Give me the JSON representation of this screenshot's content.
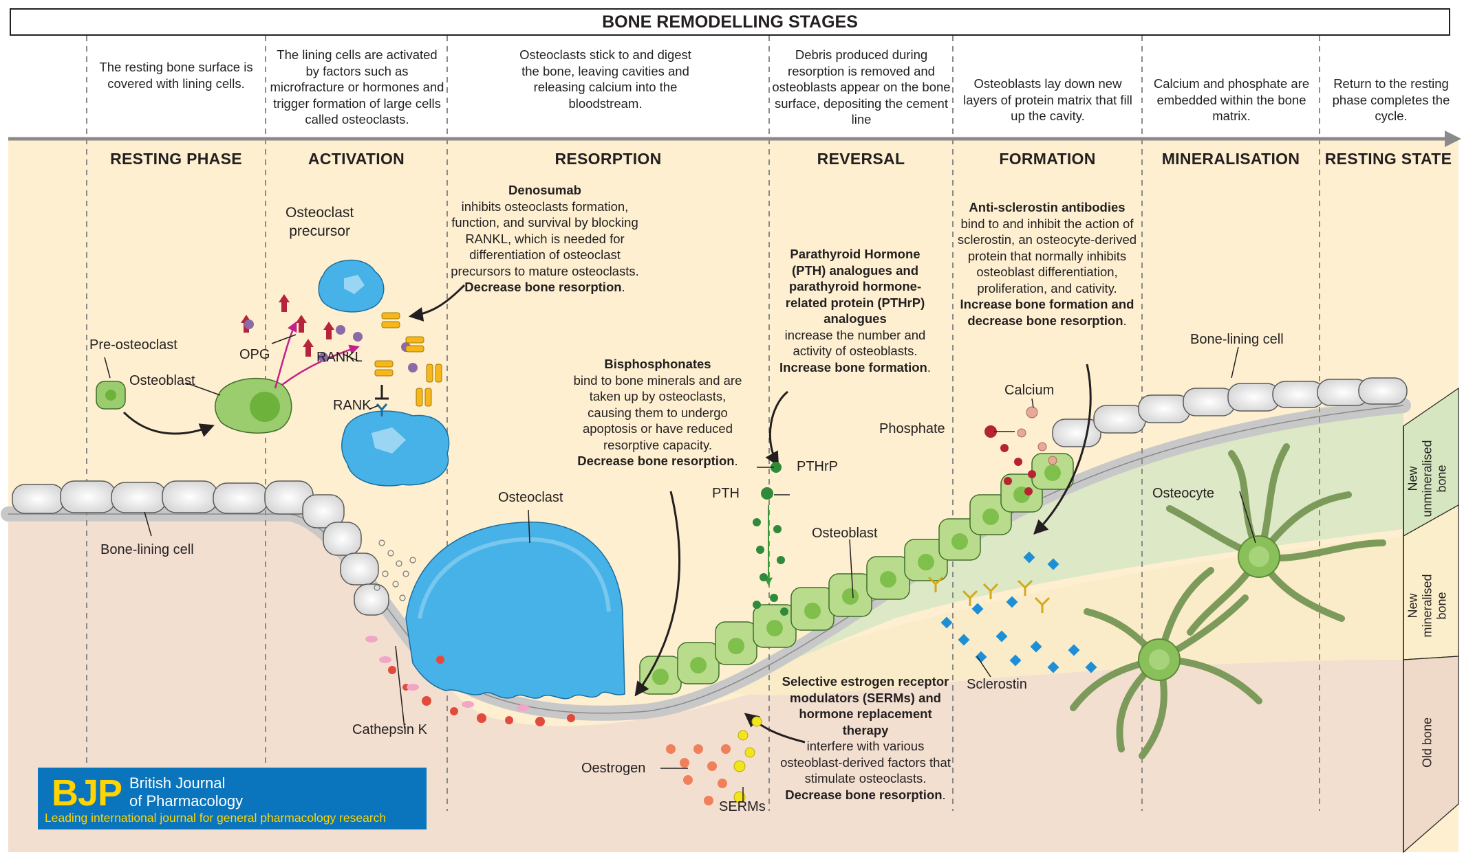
{
  "title": "BONE REMODELLING STAGES",
  "phases": [
    {
      "name": "RESTING PHASE",
      "description": "The resting bone surface is covered with lining cells."
    },
    {
      "name": "ACTIVATION",
      "description": "The lining cells are activated by factors such as microfracture or hormones and trigger formation of large cells called osteoclasts."
    },
    {
      "name": "RESORPTION",
      "description": "Osteoclasts stick to and digest the bone, leaving cavities and releasing calcium into the bloodstream."
    },
    {
      "name": "REVERSAL",
      "description": "Debris produced during resorption is removed and osteoblasts appear on the bone surface, depositing the cement line"
    },
    {
      "name": "FORMATION",
      "description": "Osteoblasts lay down new layers of protein matrix that fill up the cavity."
    },
    {
      "name": "MINERALISATION",
      "description": "Calcium and phosphate are embedded within the bone matrix."
    },
    {
      "name": "RESTING STATE",
      "description": "Return to the resting phase completes the cycle."
    }
  ],
  "labels": {
    "pre_osteoclast": "Pre-osteoclast",
    "osteoblast_left": "Osteoblast",
    "opg": "OPG",
    "rankl": "RANKL",
    "rank": "RANK",
    "osteoclast_precursor": "Osteoclast\nprecursor",
    "bone_lining_cell_left": "Bone-lining cell",
    "bone_lining_cell_right": "Bone-lining cell",
    "osteoclast": "Osteoclast",
    "cathepsin_k": "Cathepsin K",
    "pth": "PTH",
    "pthrp": "PTHrP",
    "osteoblast_right": "Osteoblast",
    "phosphate": "Phosphate",
    "calcium": "Calcium",
    "osteocyte": "Osteocyte",
    "sclerostin": "Sclerostin",
    "oestrogen": "Oestrogen",
    "serms": "SERMs",
    "new_unmineralised_bone": "New\nunmineralised\nbone",
    "new_mineralised_bone": "New\nmineralised\nbone",
    "old_bone": "Old bone"
  },
  "drug_notes": {
    "denosumab": {
      "title": "Denosumab",
      "body": "inhibits osteoclasts formation, function, and survival by blocking RANKL, which is needed for differentiation of osteoclast precursors to mature osteoclasts.",
      "effect": "Decrease bone resorption",
      "end": "."
    },
    "bisphosphonates": {
      "title": "Bisphosphonates",
      "body": "bind to bone minerals and are taken up by osteoclasts, causing them to undergo apoptosis or have reduced resorptive capacity.",
      "effect": "Decrease bone resorption",
      "end": "."
    },
    "pth_analogues": {
      "title": "Parathyroid Hormone (PTH) analogues and parathyroid hormone-related protein (PTHrP) analogues",
      "body": "increase the number and activity of osteoblasts.",
      "effect": "Increase bone formation",
      "end": "."
    },
    "anti_sclerostin": {
      "title": "Anti-sclerostin antibodies",
      "body": "bind to and inhibit the action of sclerostin, an osteocyte-derived protein that normally inhibits osteoblast differentiation, proliferation, and cativity.",
      "effect": "Increase bone formation and decrease bone resorption",
      "end": "."
    },
    "serms": {
      "title": "Selective estrogen receptor modulators (SERMs) and hormone replacement therapy",
      "body": "interfere with various osteoblast-derived factors that stimulate osteoclasts.",
      "effect": "Decrease bone resorption",
      "end": "."
    }
  },
  "journal": {
    "logo": "BJP",
    "name": "British Journal\nof Pharmacology",
    "tagline": "Leading international journal for general pharmacology research"
  },
  "colors": {
    "background_band": "#fdefd0",
    "old_bone": "#f3dfd0",
    "new_mineralised": "#faecc8",
    "new_unmineralised": "#dde8c6",
    "osteoblast_green": "#9bcc6d",
    "osteoclast_blue": "#47b2e8",
    "opg_red": "#b5243a",
    "rankl_purple": "#8c6aa8",
    "denosumab_yellow": "#f5b719",
    "phosphate_red": "#b52430",
    "calcium_pink": "#e6a99a",
    "sclerostin_blue": "#1c8fd6",
    "bjp_blue": "#0a74bd",
    "bjp_yellow": "#ffd400"
  }
}
